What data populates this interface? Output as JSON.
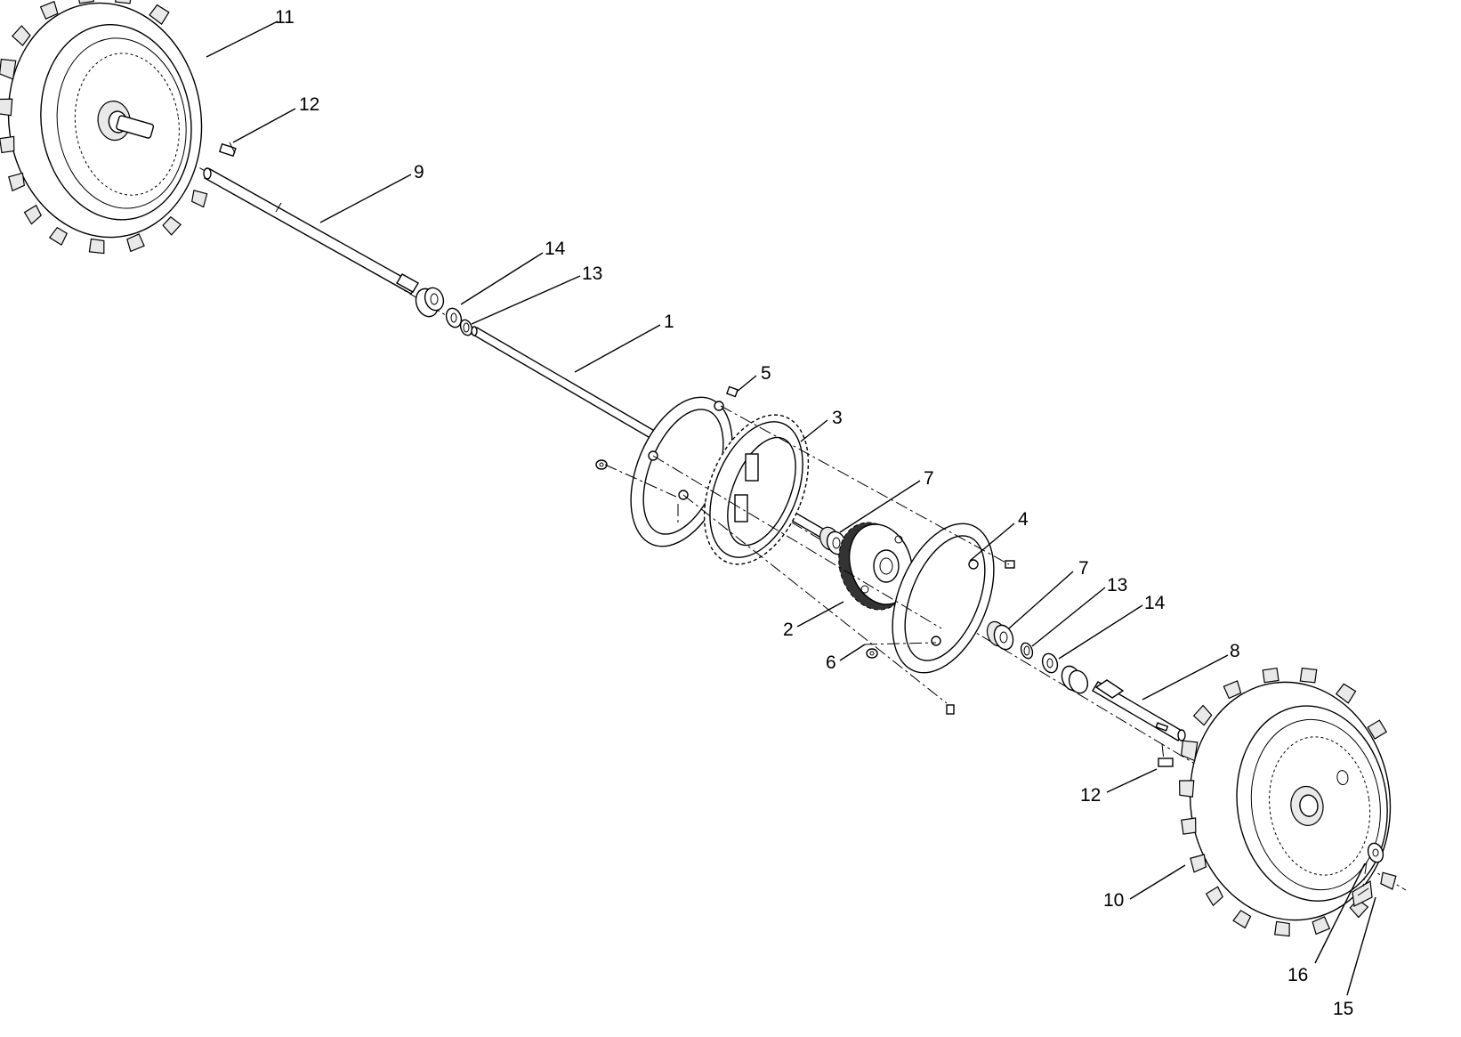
{
  "diagram": {
    "callouts": [
      {
        "id": "c11a",
        "label": "11"
      },
      {
        "id": "c12a",
        "label": "12"
      },
      {
        "id": "c9",
        "label": "9"
      },
      {
        "id": "c14a",
        "label": "14"
      },
      {
        "id": "c13a",
        "label": "13"
      },
      {
        "id": "c1",
        "label": "1"
      },
      {
        "id": "c5",
        "label": "5"
      },
      {
        "id": "c3",
        "label": "3"
      },
      {
        "id": "c7a",
        "label": "7"
      },
      {
        "id": "c4",
        "label": "4"
      },
      {
        "id": "c7b",
        "label": "7"
      },
      {
        "id": "c13b",
        "label": "13"
      },
      {
        "id": "c14b",
        "label": "14"
      },
      {
        "id": "c2",
        "label": "2"
      },
      {
        "id": "c6",
        "label": "6"
      },
      {
        "id": "c8",
        "label": "8"
      },
      {
        "id": "c12b",
        "label": "12"
      },
      {
        "id": "c10",
        "label": "10"
      },
      {
        "id": "c16",
        "label": "16"
      },
      {
        "id": "c15",
        "label": "15"
      }
    ]
  }
}
